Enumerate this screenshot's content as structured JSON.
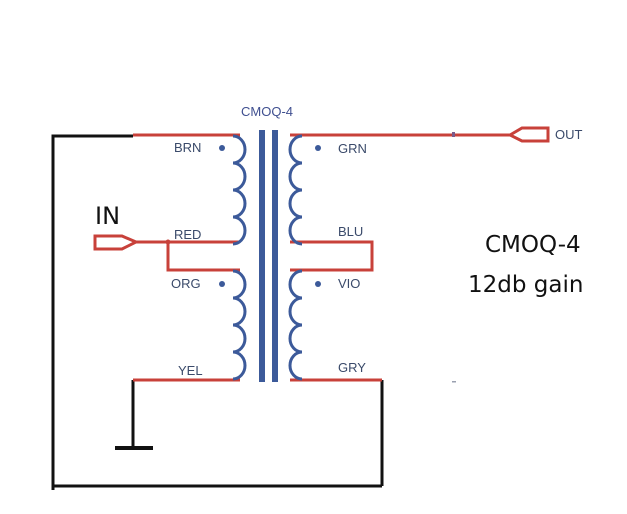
{
  "diagram": {
    "title": "CMOQ-4",
    "input_label": "IN",
    "output_label": "OUT",
    "primary_pins": [
      "BRN",
      "RED",
      "ORG",
      "YEL"
    ],
    "secondary_pins": [
      "GRN",
      "BLU",
      "VIO",
      "GRY"
    ],
    "note_line1": "CMOQ-4",
    "note_line2": "12db gain",
    "colors": {
      "wire_red": "#c8413a",
      "wire_black": "#111111",
      "coil_blue": "#3c5a9a",
      "label_text": "#3a4a6a"
    }
  }
}
